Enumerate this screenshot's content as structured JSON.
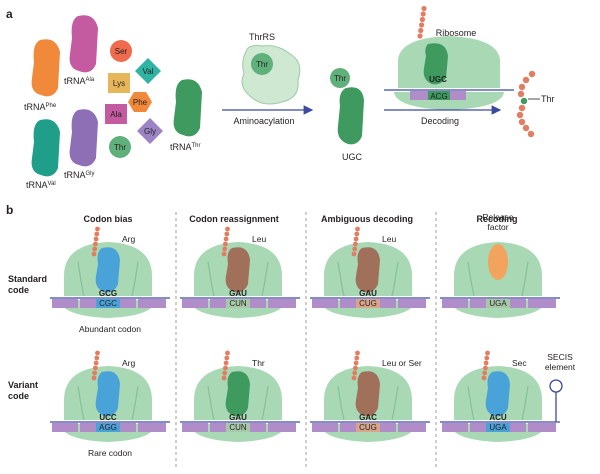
{
  "panel_a": {
    "label": "a",
    "trnas": [
      {
        "name": "tRNA",
        "sup": "Phe",
        "color": "#f08a3a"
      },
      {
        "name": "tRNA",
        "sup": "Ala",
        "color": "#c45aa0"
      },
      {
        "name": "tRNA",
        "sup": "Val",
        "color": "#1f9e8a"
      },
      {
        "name": "tRNA",
        "sup": "Gly",
        "color": "#8e6fb5"
      },
      {
        "name": "tRNA",
        "sup": "Thr",
        "color": "#3e9a5e"
      }
    ],
    "amino_acids": [
      {
        "text": "Ser",
        "shape": "circle",
        "color": "#ee6b4d"
      },
      {
        "text": "Val",
        "shape": "diamond",
        "color": "#2fb3a3"
      },
      {
        "text": "Lys",
        "shape": "square",
        "color": "#e8b65a"
      },
      {
        "text": "Phe",
        "shape": "hexagon",
        "color": "#f08a3a"
      },
      {
        "text": "Ala",
        "shape": "square",
        "color": "#c45aa0"
      },
      {
        "text": "Gly",
        "shape": "diamond",
        "color": "#9c83c4"
      },
      {
        "text": "Thr",
        "shape": "circle",
        "color": "#5fb07a"
      }
    ],
    "thrrs_label": "ThrRS",
    "thrrs_thr": "Thr",
    "aminoacylation_label": "Aminoacylation",
    "charged_trna_aa": "Thr",
    "charged_trna_codon": "UGC",
    "ribosome_label": "Ribosome",
    "ribosome_anticodon": "UGC",
    "ribosome_codon": "ACG",
    "decoding_label": "Decoding",
    "product_aa": "Thr"
  },
  "panel_b": {
    "label": "b",
    "row_labels": [
      {
        "line1": "Standard",
        "line2": "code"
      },
      {
        "line1": "Variant",
        "line2": "code"
      }
    ],
    "columns": [
      {
        "title": "Codon bias"
      },
      {
        "title": "Codon reassignment"
      },
      {
        "title": "Ambiguous decoding"
      },
      {
        "title": "Recoding"
      }
    ],
    "cells": {
      "std_bias": {
        "aa": "Arg",
        "anticodon": "GCG",
        "codon": "CGC",
        "note": "Abundant codon",
        "trna_color": "#4aa3d8",
        "codon_color": "#4aa3d8"
      },
      "std_reassign": {
        "aa": "Leu",
        "anticodon": "GAU",
        "codon": "CUN",
        "trna_color": "#a0705a",
        "codon_color": "#a8c9a8"
      },
      "std_ambig": {
        "aa": "Leu",
        "anticodon": "GAU",
        "codon": "CUG",
        "trna_color": "#a0705a",
        "codon_color": "#d9a58a"
      },
      "std_recode": {
        "factor_line1": "Release",
        "factor_line2": "factor",
        "codon": "UGA",
        "factor_color": "#f2a35e",
        "codon_color": "#a8c9a8"
      },
      "var_bias": {
        "aa": "Arg",
        "anticodon": "UCC",
        "codon": "AGG",
        "note": "Rare codon",
        "trna_color": "#4aa3d8",
        "codon_color": "#4aa3d8"
      },
      "var_reassign": {
        "aa": "Thr",
        "anticodon": "GAU",
        "codon": "CUN",
        "trna_color": "#3e9a5e",
        "codon_color": "#a8c9a8"
      },
      "var_ambig": {
        "aa": "Leu or Ser",
        "anticodon": "GAC",
        "codon": "CUG",
        "trna_color": "#a0705a",
        "codon_color": "#d9a58a"
      },
      "var_recode": {
        "aa": "Sec",
        "anticodon": "ACU",
        "codon": "UGA",
        "secis_line1": "SECIS",
        "secis_line2": "element",
        "trna_color": "#4aa3d8",
        "codon_color": "#4aa3d8"
      }
    }
  },
  "colors": {
    "ribosome": "#a9d8b4",
    "ribosome_dark": "#86c197",
    "mrna_line": "#3a4aa0",
    "mrna_block": "#b08cc8",
    "chain_bead": "#e27d62",
    "text": "#231f20"
  }
}
